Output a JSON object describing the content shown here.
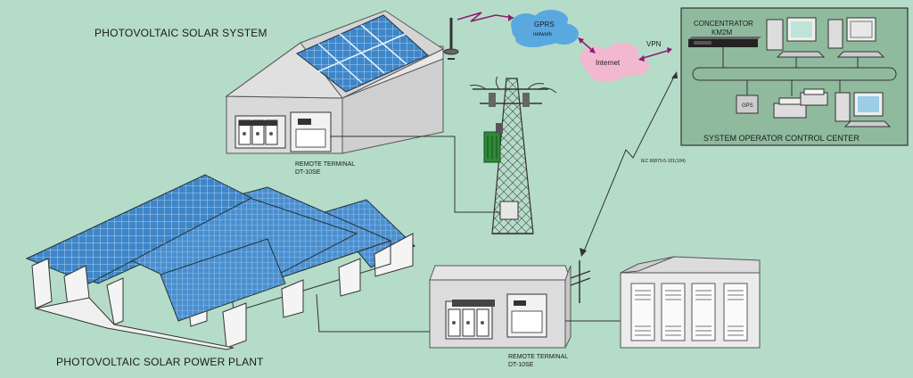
{
  "labels": {
    "pv_system": "PHOTOVOLTAIC SOLAR SYSTEM",
    "pv_plant": "PHOTOVOLTAIC SOLAR POWER PLANT",
    "rt1_line1": "REMOTE TERMINAL",
    "rt1_line2": "DT-10SE",
    "rt2_line1": "REMOTE TERMINAL",
    "rt2_line2": "DT-10SE",
    "gprs_line1": "GPRS",
    "gprs_line2": "network",
    "internet": "Internet",
    "vpn": "VPN",
    "concentrator_line1": "CONCENTRATOR",
    "concentrator_line2": "KM2M",
    "gps": "GPS",
    "control_center": "SYSTEM OPERATOR CONTROL CENTER",
    "iec": "IEC 60870-5-101(104)"
  },
  "colors": {
    "background": "#b5dcc8",
    "panel_blue": "#3f86c9",
    "cloud_blue": "#59a8e0",
    "cloud_pink": "#f2b8cf",
    "link_purple": "#8a1d72",
    "control_center_bg": "#8fba9e"
  }
}
